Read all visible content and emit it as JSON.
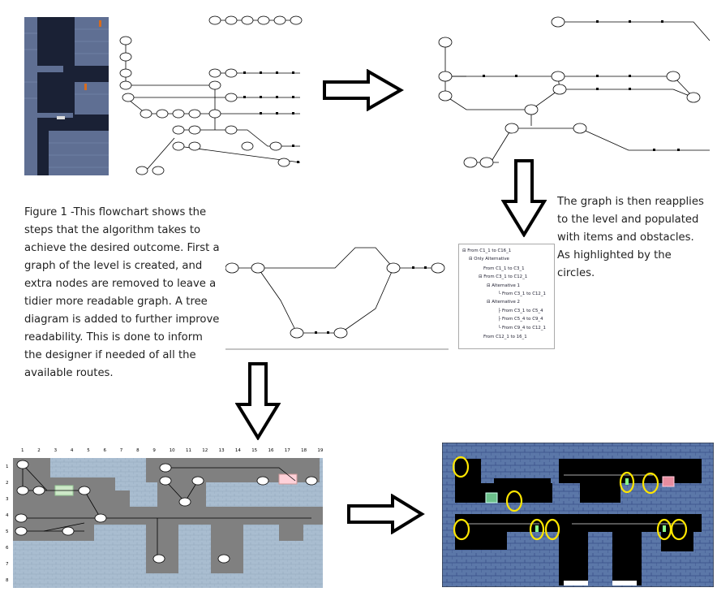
{
  "caption": {
    "lines": [
      "Figure 1 -This flowchart shows the",
      "steps that the algorithm takes to",
      "achieve the desired outcome. First a",
      "graph of the level is created, and",
      "extra nodes are removed to leave a",
      "tidier more readable graph.  A tree",
      "diagram is added to further improve",
      "readability. This is done to inform",
      "the designer if needed of all the",
      "available routes."
    ]
  },
  "side_note": {
    "lines": [
      "The graph is then reapplies",
      "to the level and populated",
      "with items and obstacles.",
      "As highlighted by the",
      "circles."
    ]
  },
  "tree": {
    "items": [
      "From C1_1 to C16_1",
      "Only Alternative",
      "From C1_1 to C3_1",
      "From C3_1 to C12_1",
      "Alternative 1",
      "From C3_1 to C12_1",
      "Alternative 2",
      "From C3_1 to C5_4",
      "From C5_4 to C9_4",
      "From C9_4 to C12_1",
      "From C12_1 to 16_1"
    ]
  },
  "grid": {
    "columns": [
      "1",
      "2",
      "3",
      "4",
      "5",
      "6",
      "7",
      "8",
      "9",
      "10",
      "11",
      "12",
      "13",
      "14",
      "15",
      "16",
      "17",
      "18",
      "19"
    ],
    "rows": [
      "1",
      "2",
      "3",
      "4",
      "5",
      "6",
      "7",
      "8"
    ]
  },
  "colors": {
    "stone": "#a9bdd0",
    "wall": "#808080",
    "dark": "#000000",
    "highlight": "#ffe600",
    "dungeon_wall": "#3a4f8a"
  },
  "icons": [
    "arrow-right-icon",
    "arrow-down-icon"
  ]
}
